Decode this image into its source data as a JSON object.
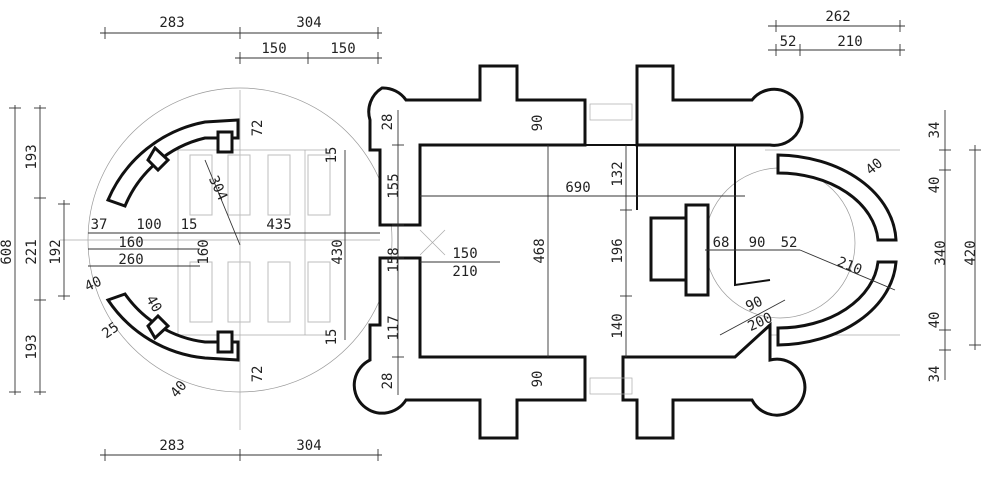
{
  "drawing": {
    "dimensions": {
      "top_left_283": "283",
      "top_left_304": "304",
      "top_150_a": "150",
      "top_150_b": "150",
      "top_right_262": "262",
      "top_right_52": "52",
      "top_right_210": "210",
      "bottom_left_283": "283",
      "bottom_left_304": "304",
      "left_193_top": "193",
      "left_221": "221",
      "left_193_bottom": "193",
      "left_608": "608",
      "left_192": "192",
      "apse_304": "304",
      "apse_37": "37",
      "apse_100": "100",
      "apse_15": "15",
      "nave_435": "435",
      "apse_160_a": "160",
      "apse_160_b": "160",
      "apse_260": "260",
      "apse_40_a": "40",
      "apse_40_b": "40",
      "apse_25": "25",
      "apse_40_c": "40",
      "nave_72_top": "72",
      "nave_72_bottom": "72",
      "nave_15_top": "15",
      "nave_15_bottom": "15",
      "nave_430": "430",
      "wall_28_top": "28",
      "wall_28_bottom": "28",
      "wall_155": "155",
      "wall_158": "158",
      "wall_117": "117",
      "door_150": "150",
      "door_210": "210",
      "arm_90_top": "90",
      "arm_90_bottom": "90",
      "hall_468": "468",
      "hall_690": "690",
      "hall_132": "132",
      "hall_196": "196",
      "hall_140": "140",
      "east_68": "68",
      "east_90": "90",
      "east_52": "52",
      "east_210": "210",
      "east_40": "40",
      "east_diag_90": "90",
      "east_diag_200": "200",
      "right_34_top": "34",
      "right_40_top": "40",
      "right_340": "340",
      "right_40_bottom": "40",
      "right_34_bottom": "34",
      "right_420": "420"
    }
  }
}
